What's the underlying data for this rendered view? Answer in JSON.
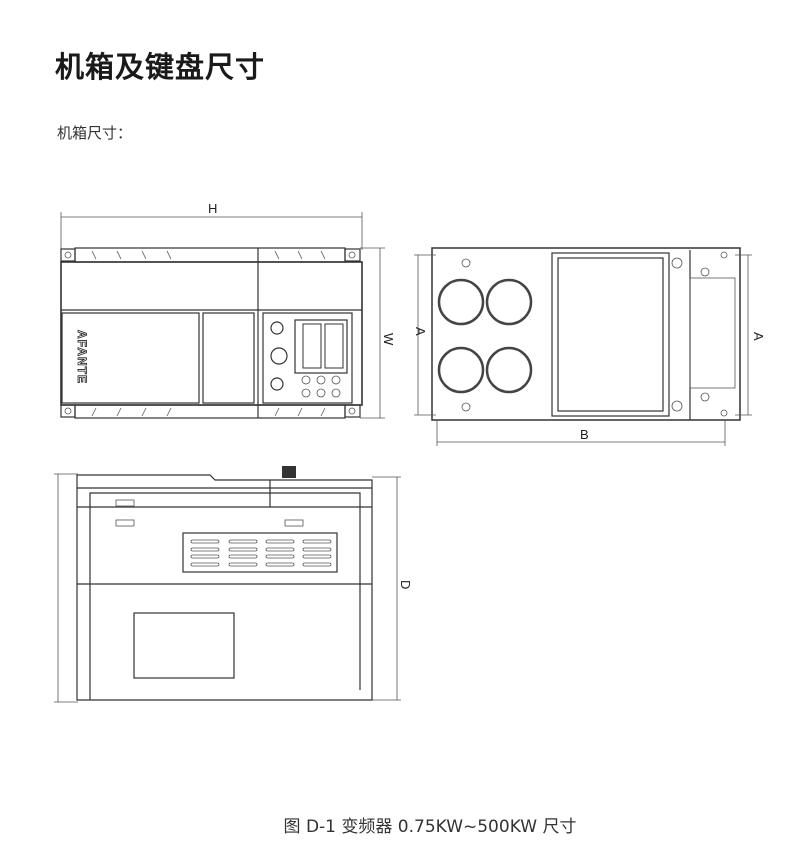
{
  "page": {
    "title": "机箱及键盘尺寸",
    "subtitle": "机箱尺寸：",
    "caption": "图 D-1  变频器 0.75KW~500KW 尺寸"
  },
  "drawings": {
    "front": {
      "dim_h": "H",
      "dim_w": "W",
      "logo": "AFANTE"
    },
    "bottom": {
      "dim_a_left": "A",
      "dim_a_right": "A",
      "dim_b": "B"
    },
    "side": {
      "dim_d": "D"
    }
  }
}
